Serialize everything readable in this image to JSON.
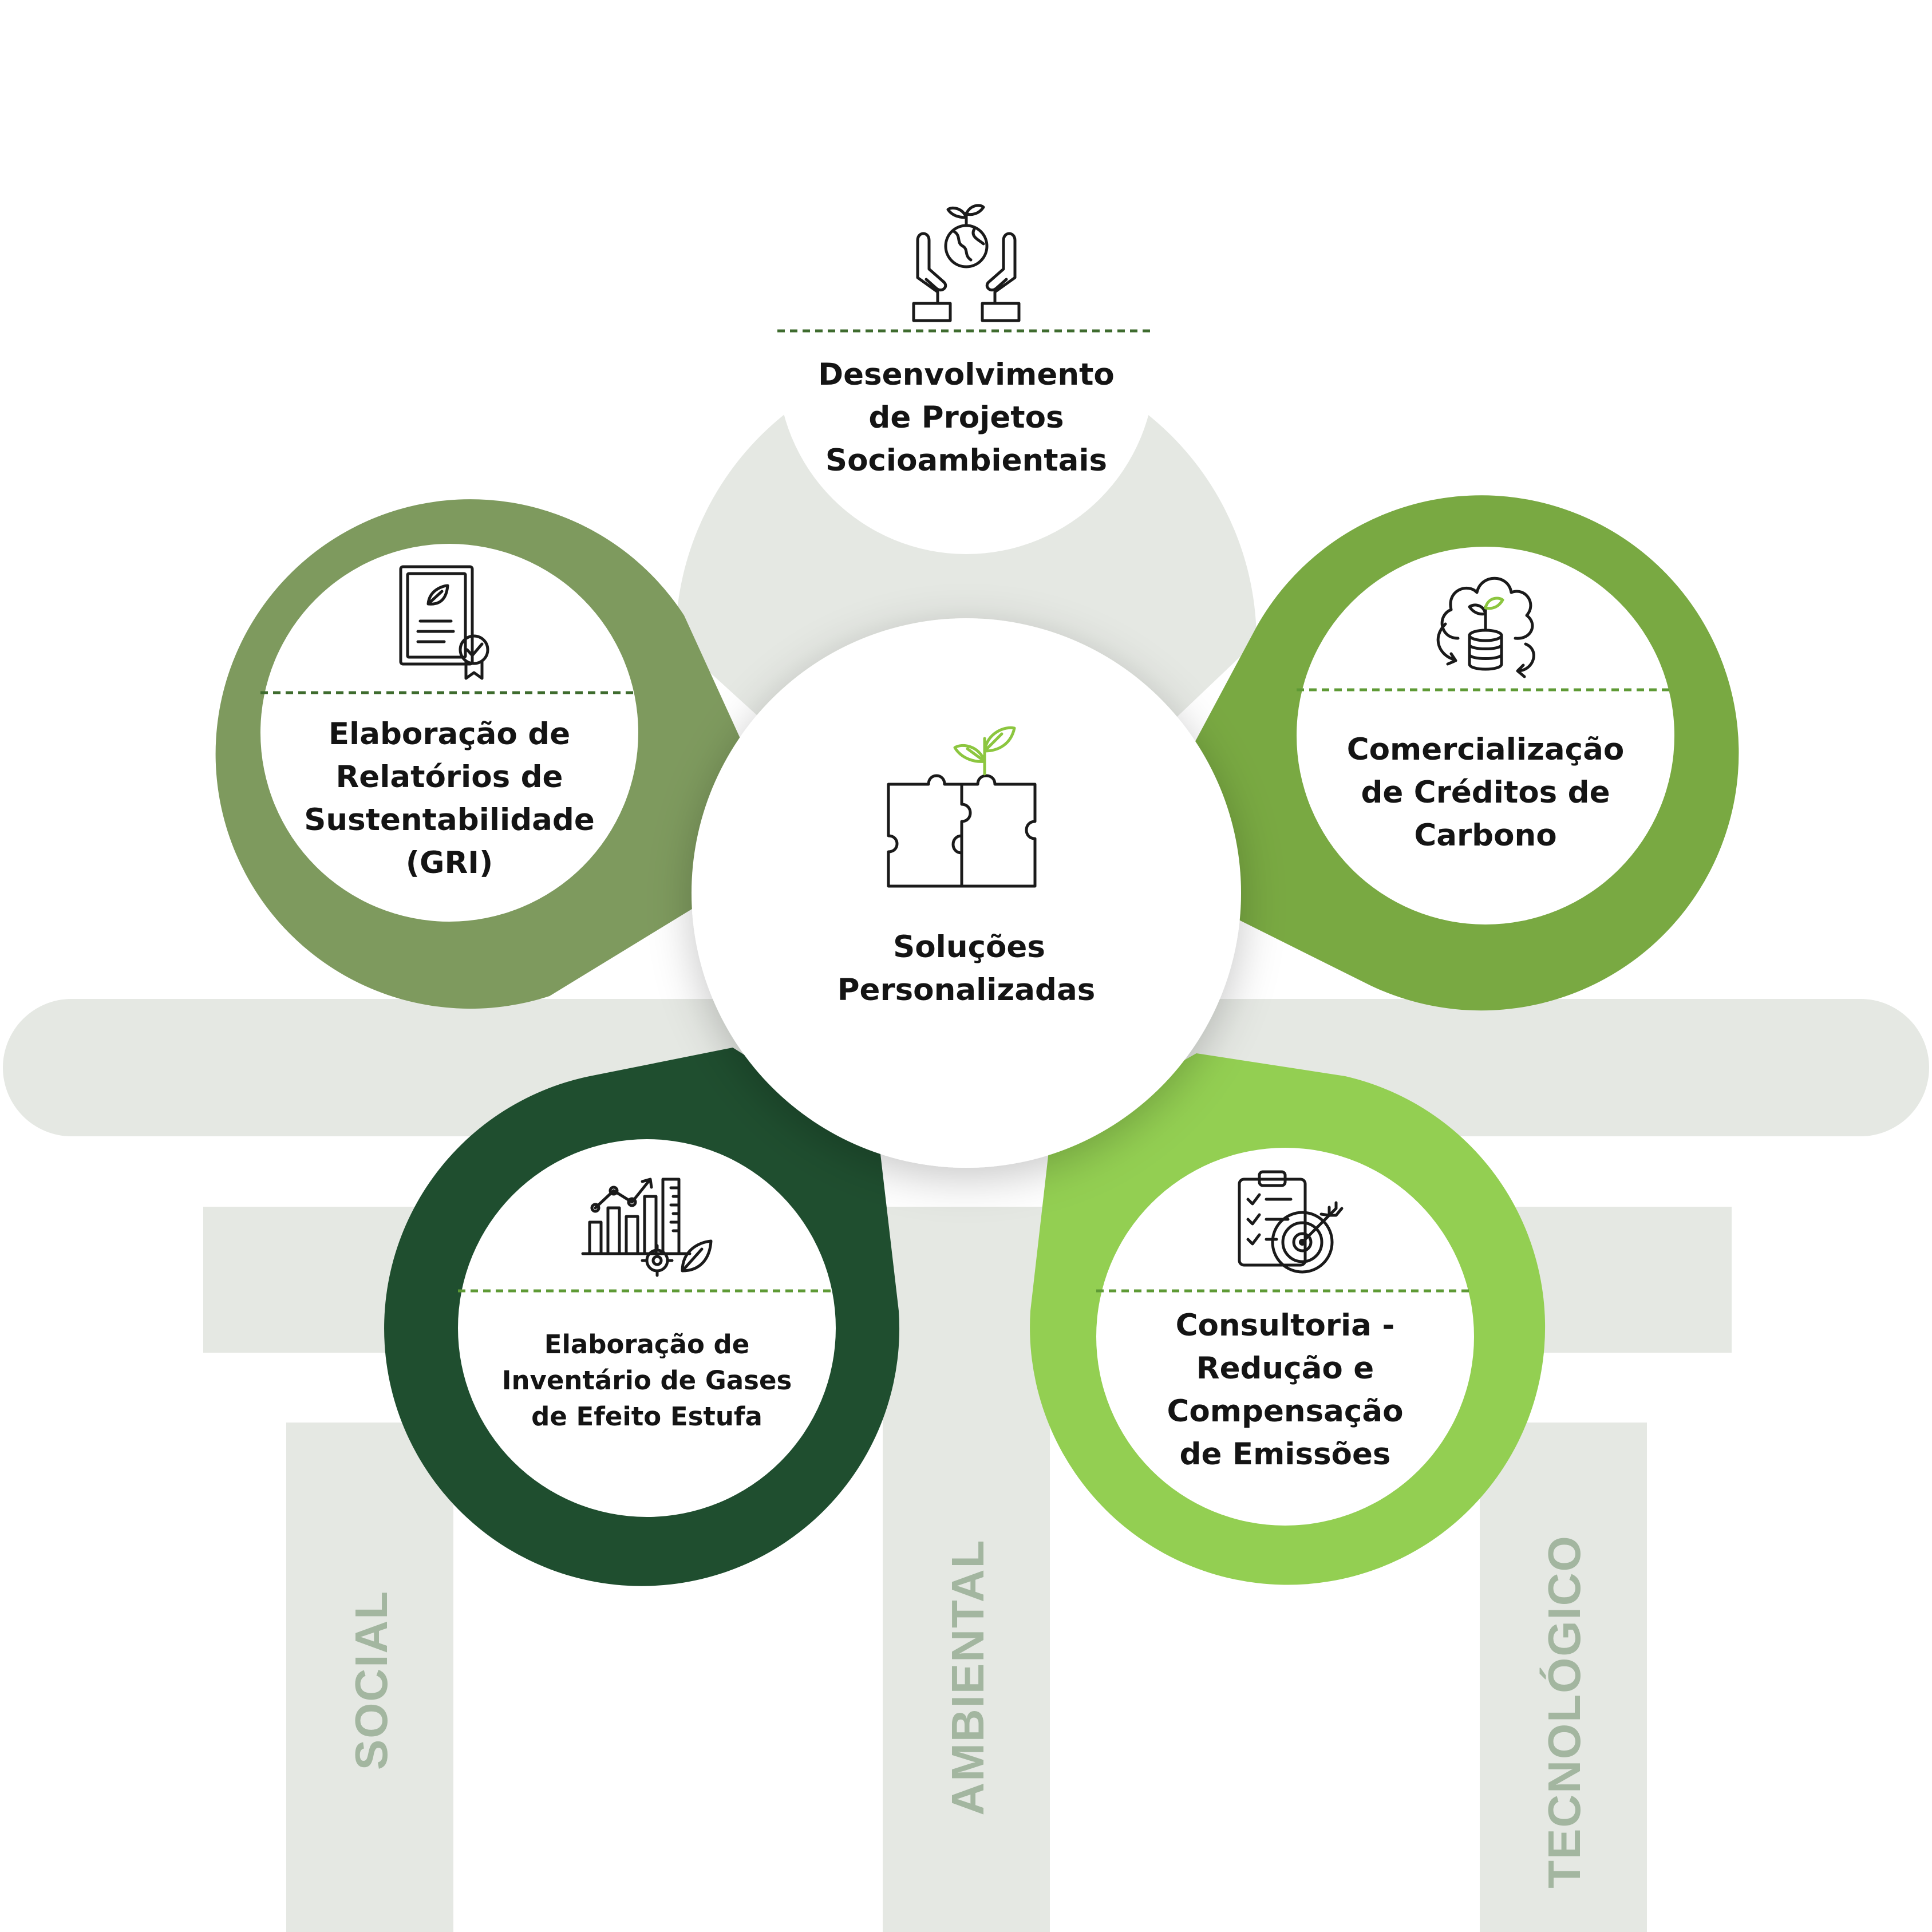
{
  "center": {
    "line1": "Soluções",
    "line2": "Personalizadas",
    "icon": "puzzle-sprout-icon"
  },
  "pillars": [
    {
      "label": "SOCIAL"
    },
    {
      "label": "AMBIENTAL"
    },
    {
      "label": "TECNOLÓGICO"
    }
  ],
  "cards": {
    "top": {
      "lines": [
        "Desenvolvimento",
        "de Projetos",
        "Socioambientais"
      ],
      "icon": "hands-globe-sprout-icon",
      "ring_color": "#e5e8e3"
    },
    "left": {
      "lines": [
        "Elaboração de",
        "Relatórios de",
        "Sustentabilidade",
        "(GRI)"
      ],
      "icon": "certificate-leaf-icon",
      "ring_color": "#7e9a5e"
    },
    "right": {
      "lines": [
        "Comercialização",
        "de Créditos de",
        "Carbono"
      ],
      "icon": "cloud-coins-sprout-icon",
      "ring_color": "#79a942"
    },
    "bottom_left": {
      "lines": [
        "Elaboração de",
        "Inventário de Gases",
        "de Efeito Estufa"
      ],
      "icon": "bar-chart-gear-leaf-icon",
      "ring_color": "#1f4e2f"
    },
    "bottom_right": {
      "lines": [
        "Consultoria -",
        "Redução e",
        "Compensação",
        "de Emissões"
      ],
      "icon": "clipboard-target-icon",
      "ring_color": "#93cf52"
    }
  },
  "colors": {
    "structure": "#e5e8e3",
    "pillar_text": "#a3b6a0",
    "divider": "#3e6b2e",
    "leaf_accent": "#8cc63f"
  }
}
